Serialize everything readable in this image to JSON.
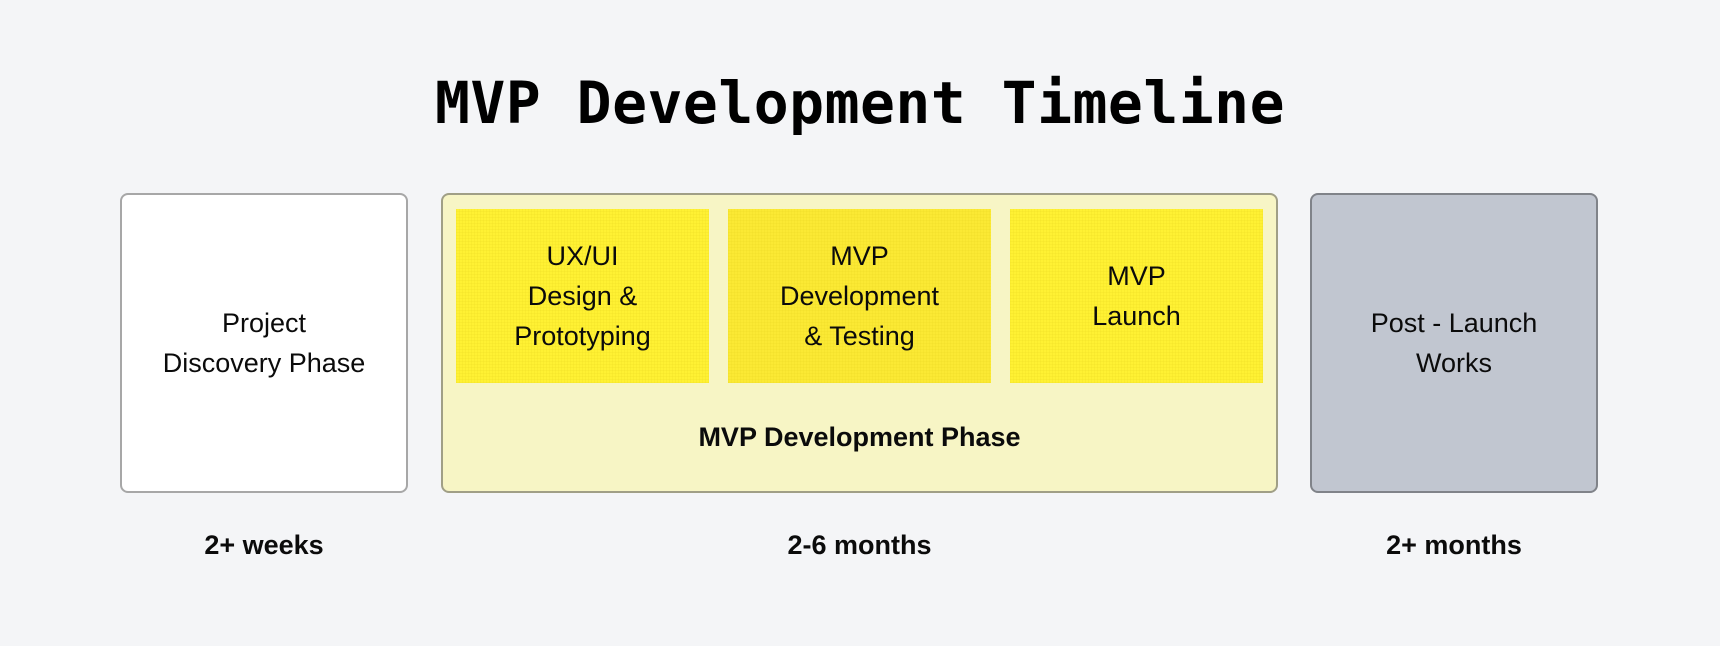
{
  "title": "MVP Development Timeline",
  "colors": {
    "background": "#f4f5f7",
    "discovery_fill": "#ffffff",
    "discovery_border": "#a7a7a7",
    "mvp_phase_fill": "#f7f5c5",
    "mvp_phase_border": "#a09f86",
    "subphase_fill": "#fff133",
    "postlaunch_fill": "#c1c6d0",
    "postlaunch_border": "#808389",
    "text": "#0b0b0b"
  },
  "phases": [
    {
      "label": "Project\nDiscovery Phase",
      "duration": "2+ weeks"
    },
    {
      "label": "MVP Development Phase",
      "duration": "2-6 months",
      "subphases": [
        {
          "label": "UX/UI\nDesign &\nPrototyping"
        },
        {
          "label": "MVP\nDevelopment\n& Testing"
        },
        {
          "label": "MVP\nLaunch"
        }
      ]
    },
    {
      "label": "Post - Launch\nWorks",
      "duration": "2+ months"
    }
  ]
}
